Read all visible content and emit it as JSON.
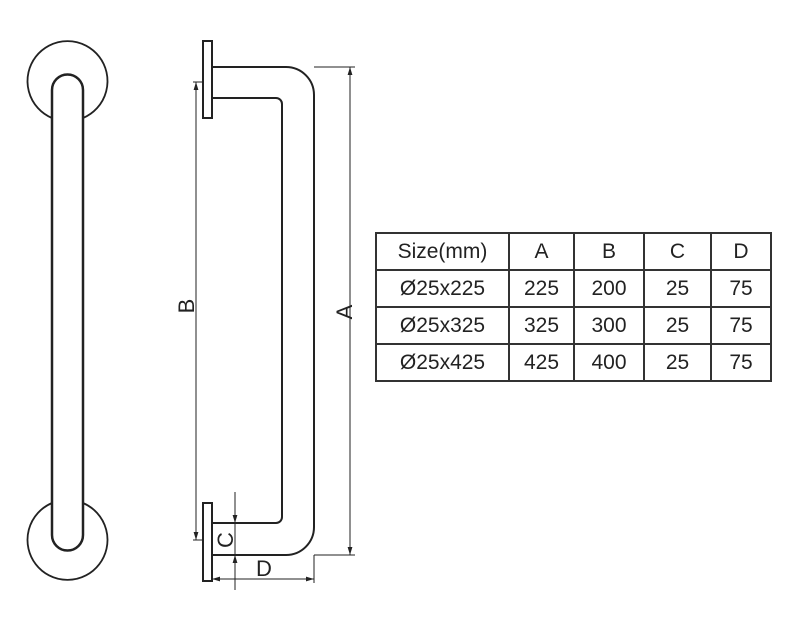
{
  "labels": {
    "A": "A",
    "B": "B",
    "C": "C",
    "D": "D"
  },
  "table": {
    "headers": [
      "Size(mm)",
      "A",
      "B",
      "C",
      "D"
    ],
    "rows": [
      [
        "Ø25x225",
        "225",
        "200",
        "25",
        "75"
      ],
      [
        "Ø25x325",
        "325",
        "300",
        "25",
        "75"
      ],
      [
        "Ø25x425",
        "425",
        "400",
        "25",
        "75"
      ]
    ]
  }
}
